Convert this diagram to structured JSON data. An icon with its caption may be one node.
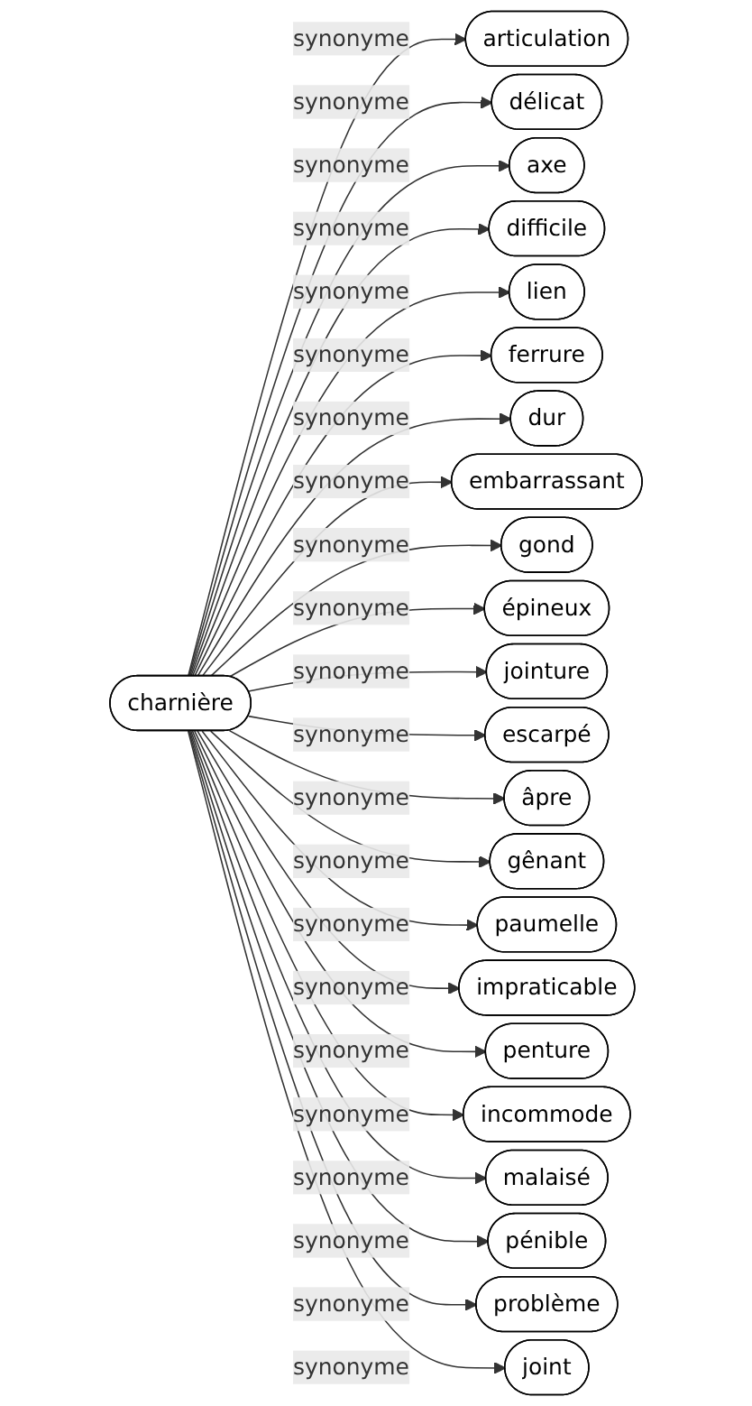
{
  "diagram": {
    "nodes": [
      {
        "text": [
          "charnière"
        ]
      },
      {
        "text": [
          "articulation"
        ]
      },
      {
        "text": [
          "délicat"
        ]
      },
      {
        "text": [
          "axe"
        ]
      },
      {
        "text": [
          "difficile"
        ]
      },
      {
        "text": [
          "lien"
        ]
      },
      {
        "text": [
          "ferrure"
        ]
      },
      {
        "text": [
          "dur"
        ]
      },
      {
        "text": [
          "embarrassant"
        ]
      },
      {
        "text": [
          "gond"
        ]
      },
      {
        "text": [
          "épineux"
        ]
      },
      {
        "text": [
          "jointure"
        ]
      },
      {
        "text": [
          "escarpé"
        ]
      },
      {
        "text": [
          "âpre"
        ]
      },
      {
        "text": [
          "gênant"
        ]
      },
      {
        "text": [
          "paumelle"
        ]
      },
      {
        "text": [
          "impraticable"
        ]
      },
      {
        "text": [
          "penture"
        ]
      },
      {
        "text": [
          "incommode"
        ]
      },
      {
        "text": [
          "malaisé"
        ]
      },
      {
        "text": [
          "pénible"
        ]
      },
      {
        "text": [
          "problème"
        ]
      },
      {
        "text": [
          "joint"
        ]
      }
    ],
    "edges": [
      {
        "from": 0,
        "to": 1,
        "arrow": "to",
        "label": "synonyme"
      },
      {
        "from": 0,
        "to": 2,
        "arrow": "to",
        "label": "synonyme"
      },
      {
        "from": 0,
        "to": 3,
        "arrow": "to",
        "label": "synonyme"
      },
      {
        "from": 0,
        "to": 4,
        "arrow": "to",
        "label": "synonyme"
      },
      {
        "from": 0,
        "to": 5,
        "arrow": "to",
        "label": "synonyme"
      },
      {
        "from": 0,
        "to": 6,
        "arrow": "to",
        "label": "synonyme"
      },
      {
        "from": 0,
        "to": 7,
        "arrow": "to",
        "label": "synonyme"
      },
      {
        "from": 0,
        "to": 8,
        "arrow": "to",
        "label": "synonyme"
      },
      {
        "from": 0,
        "to": 9,
        "arrow": "to",
        "label": "synonyme"
      },
      {
        "from": 0,
        "to": 10,
        "arrow": "to",
        "label": "synonyme"
      },
      {
        "from": 0,
        "to": 11,
        "arrow": "to",
        "label": "synonyme"
      },
      {
        "from": 0,
        "to": 12,
        "arrow": "to",
        "label": "synonyme"
      },
      {
        "from": 0,
        "to": 13,
        "arrow": "to",
        "label": "synonyme"
      },
      {
        "from": 0,
        "to": 14,
        "arrow": "to",
        "label": "synonyme"
      },
      {
        "from": 0,
        "to": 15,
        "arrow": "to",
        "label": "synonyme"
      },
      {
        "from": 0,
        "to": 16,
        "arrow": "to",
        "label": "synonyme"
      },
      {
        "from": 0,
        "to": 17,
        "arrow": "to",
        "label": "synonyme"
      },
      {
        "from": 0,
        "to": 18,
        "arrow": "to",
        "label": "synonyme"
      },
      {
        "from": 0,
        "to": 19,
        "arrow": "to",
        "label": "synonyme"
      },
      {
        "from": 0,
        "to": 20,
        "arrow": "to",
        "label": "synonyme"
      },
      {
        "from": 0,
        "to": 21,
        "arrow": "to",
        "label": "synonyme"
      },
      {
        "from": 0,
        "to": 22,
        "arrow": "to",
        "label": "synonyme"
      }
    ]
  }
}
